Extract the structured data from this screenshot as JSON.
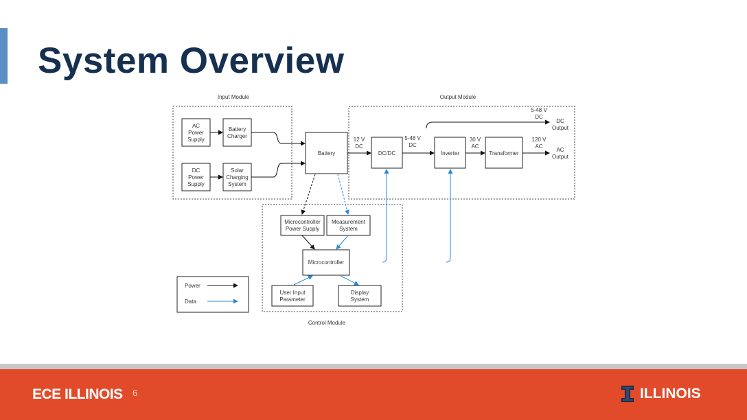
{
  "slide": {
    "title": "System Overview",
    "page_number": "6"
  },
  "diagram": {
    "modules": {
      "input": "Input Module",
      "output": "Output Module",
      "control": "Control Module"
    },
    "blocks": {
      "ac_power_supply": [
        "AC",
        "Power",
        "Supply"
      ],
      "battery_charger": [
        "Battery",
        "Charger"
      ],
      "dc_power_supply": [
        "DC",
        "Power",
        "Supply"
      ],
      "solar_charging_system": [
        "Solar",
        "Charging",
        "System"
      ],
      "battery": [
        "Battery"
      ],
      "dcdc": [
        "DC/DC"
      ],
      "inverter": [
        "Inverter"
      ],
      "transformer": [
        "Transformer"
      ],
      "microcontroller_power_supply": [
        "Microcontroller",
        "Power Supply"
      ],
      "measurement_system": [
        "Measurement",
        "System"
      ],
      "microcontroller": [
        "Microcontroller"
      ],
      "user_input_parameter": [
        "User Input",
        "Parameter"
      ],
      "display_system": [
        "Display",
        "System"
      ]
    },
    "labels": {
      "v12dc": [
        "12 V",
        "DC"
      ],
      "v5_48dc_mid": [
        "5-48 V",
        "DC"
      ],
      "v5_48dc_top": [
        "5-48 V",
        "DC"
      ],
      "v30ac": [
        "30 V",
        "AC"
      ],
      "v120ac": [
        "120 V",
        "AC"
      ],
      "dc_output": [
        "DC",
        "Output"
      ],
      "ac_output": [
        "AC",
        "Output"
      ]
    },
    "legend": {
      "power": "Power",
      "data": "Data"
    },
    "colors": {
      "power_line": "#111111",
      "data_line": "#2a8ad6"
    }
  },
  "footer": {
    "left_brand": "ECE ILLINOIS",
    "right_brand": "ILLINOIS",
    "bar_color": "#e14b2a"
  }
}
